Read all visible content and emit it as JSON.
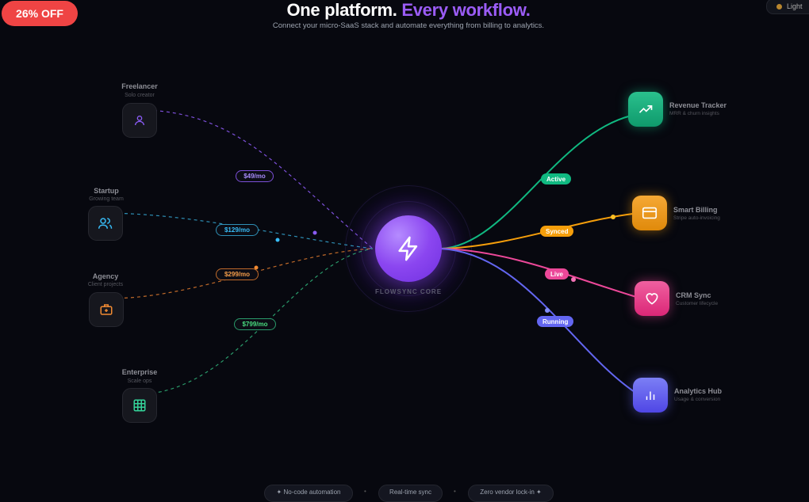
{
  "badge": {
    "discount": "26% OFF"
  },
  "header": {
    "title_plain": "One platform.",
    "title_accent": "Every workflow.",
    "subtitle": "Connect your micro-SaaS stack and automate everything from billing to analytics."
  },
  "theme_toggle": {
    "label": "Light"
  },
  "core": {
    "label": "FLOWSYNC CORE",
    "icon": "lightning-icon"
  },
  "tiers": [
    {
      "name": "Freelancer",
      "sub": "Solo creator",
      "price": "$49/mo",
      "icon": "user-icon",
      "color": "#8b5cf6"
    },
    {
      "name": "Startup",
      "sub": "Growing team",
      "price": "$129/mo",
      "icon": "users-icon",
      "color": "#38bdf8"
    },
    {
      "name": "Agency",
      "sub": "Client projects",
      "price": "$299/mo",
      "icon": "briefcase-icon",
      "color": "#f08a32"
    },
    {
      "name": "Enterprise",
      "sub": "Scale ops",
      "price": "$799/mo",
      "icon": "grid-icon",
      "color": "#34d399"
    }
  ],
  "services": [
    {
      "name": "Revenue Tracker",
      "sub": "MRR & churn insights",
      "status": "Active",
      "icon": "trending-up-icon",
      "color": "#10b981"
    },
    {
      "name": "Smart Billing",
      "sub": "Stripe auto-invoicing",
      "status": "Synced",
      "icon": "credit-card-icon",
      "color": "#f59e0b"
    },
    {
      "name": "CRM Sync",
      "sub": "Customer lifecycle",
      "status": "Live",
      "icon": "heart-icon",
      "color": "#ec4899"
    },
    {
      "name": "Analytics Hub",
      "sub": "Usage & conversion",
      "status": "Running",
      "icon": "bar-chart-icon",
      "color": "#6366f1"
    }
  ],
  "footer_pills": [
    "✦ No-code automation",
    "Real-time sync",
    "Zero vendor lock-in ✦"
  ],
  "footer_separator": "•"
}
